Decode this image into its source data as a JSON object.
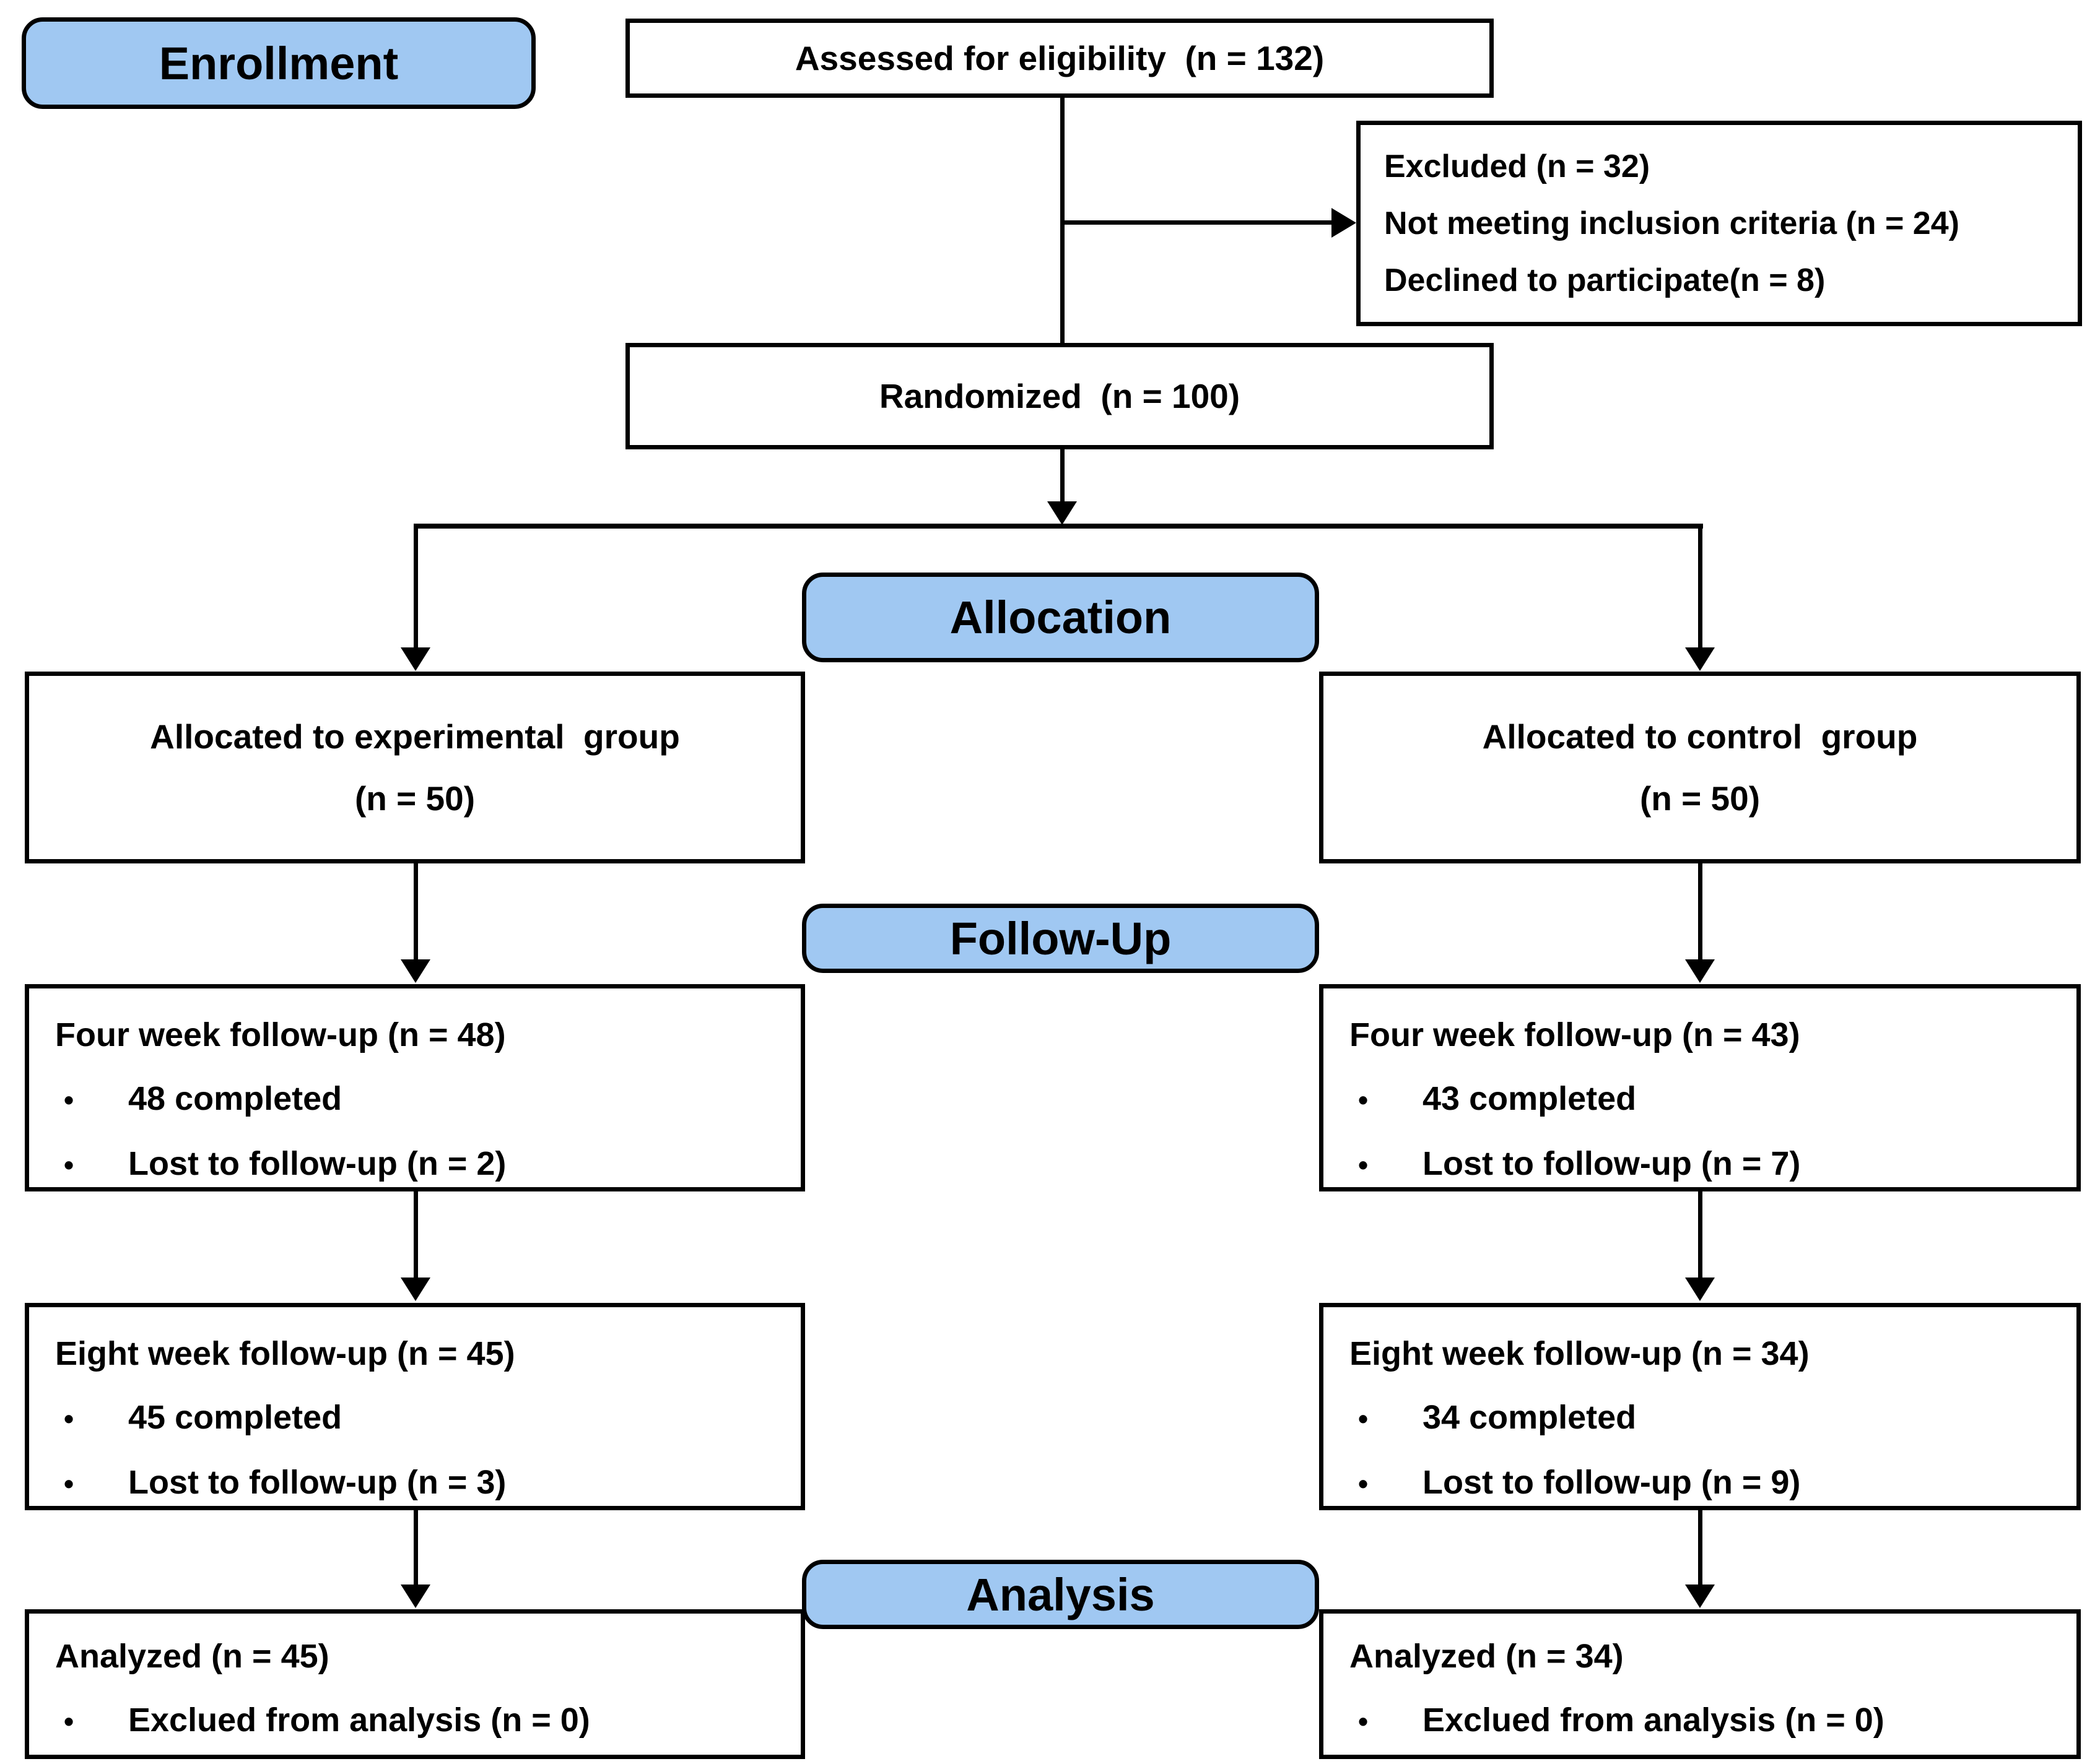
{
  "diagram_title": "CONSORT participant flow diagram",
  "bullet_char": "•",
  "colors": {
    "stage_label_fill": "#A0C8F2",
    "border": "#000000",
    "background": "#FFFFFF"
  },
  "stage_labels": {
    "enrollment": "Enrollment",
    "allocation": "Allocation",
    "follow_up": "Follow-Up",
    "analysis": "Analysis"
  },
  "boxes": {
    "assessed": {
      "text": "Assessed for eligibility  (n = 132)"
    },
    "excluded": {
      "title": "Excluded (n = 32)",
      "lines": [
        "Not meeting inclusion criteria (n = 24)",
        "Declined to participate(n = 8)"
      ]
    },
    "randomized": {
      "text": "Randomized  (n = 100)"
    },
    "allocated_experimental": {
      "line1": "Allocated to experimental  group",
      "line2": "(n = 50)"
    },
    "allocated_control": {
      "line1": "Allocated to control  group",
      "line2": "(n = 50)"
    },
    "four_week_experimental": {
      "title": "Four week follow-up (n = 48)",
      "bullets": [
        "48 completed",
        "Lost to follow-up (n = 2)"
      ]
    },
    "four_week_control": {
      "title": "Four week follow-up (n = 43)",
      "bullets": [
        "43 completed",
        "Lost to follow-up (n = 7)"
      ]
    },
    "eight_week_experimental": {
      "title": "Eight week follow-up (n = 45)",
      "bullets": [
        "45 completed",
        "Lost to follow-up (n = 3)"
      ]
    },
    "eight_week_control": {
      "title": "Eight week follow-up (n = 34)",
      "bullets": [
        "34 completed",
        "Lost to follow-up (n = 9)"
      ]
    },
    "analyzed_experimental": {
      "title": "Analyzed (n = 45)",
      "bullets": [
        "Exclued from analysis (n = 0)"
      ]
    },
    "analyzed_control": {
      "title": "Analyzed (n = 34)",
      "bullets": [
        "Exclued from analysis (n = 0)"
      ]
    }
  }
}
